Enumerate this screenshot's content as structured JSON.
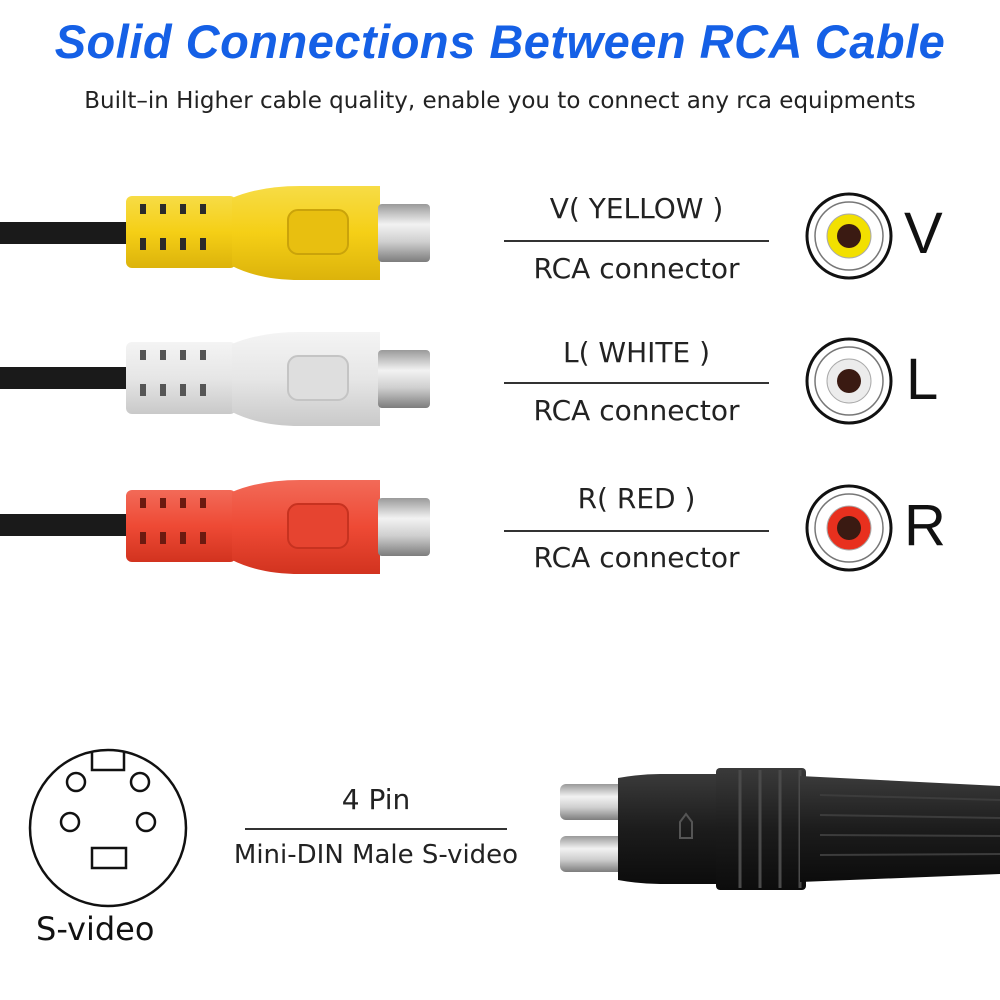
{
  "header": {
    "title": "Solid Connections Between RCA Cable",
    "subtitle": "Built–in Higher cable quality, enable you to connect any rca equipments",
    "title_color": "#1560e6"
  },
  "connectors": [
    {
      "name": "V( YELLOW )",
      "type": "RCA connector",
      "letter": "V",
      "color": "#f5d21c",
      "jack_ring": "#f2e000"
    },
    {
      "name": "L( WHITE )",
      "type": "RCA connector",
      "letter": "L",
      "color": "#e6e6e6",
      "jack_ring": "#ffffff"
    },
    {
      "name": "R( RED )",
      "type": "RCA connector",
      "letter": "R",
      "color": "#ee4a35",
      "jack_ring": "#e8301e"
    }
  ],
  "svideo": {
    "pins": "4 Pin",
    "type": "Mini-DIN Male S-video",
    "label": "S-video"
  }
}
